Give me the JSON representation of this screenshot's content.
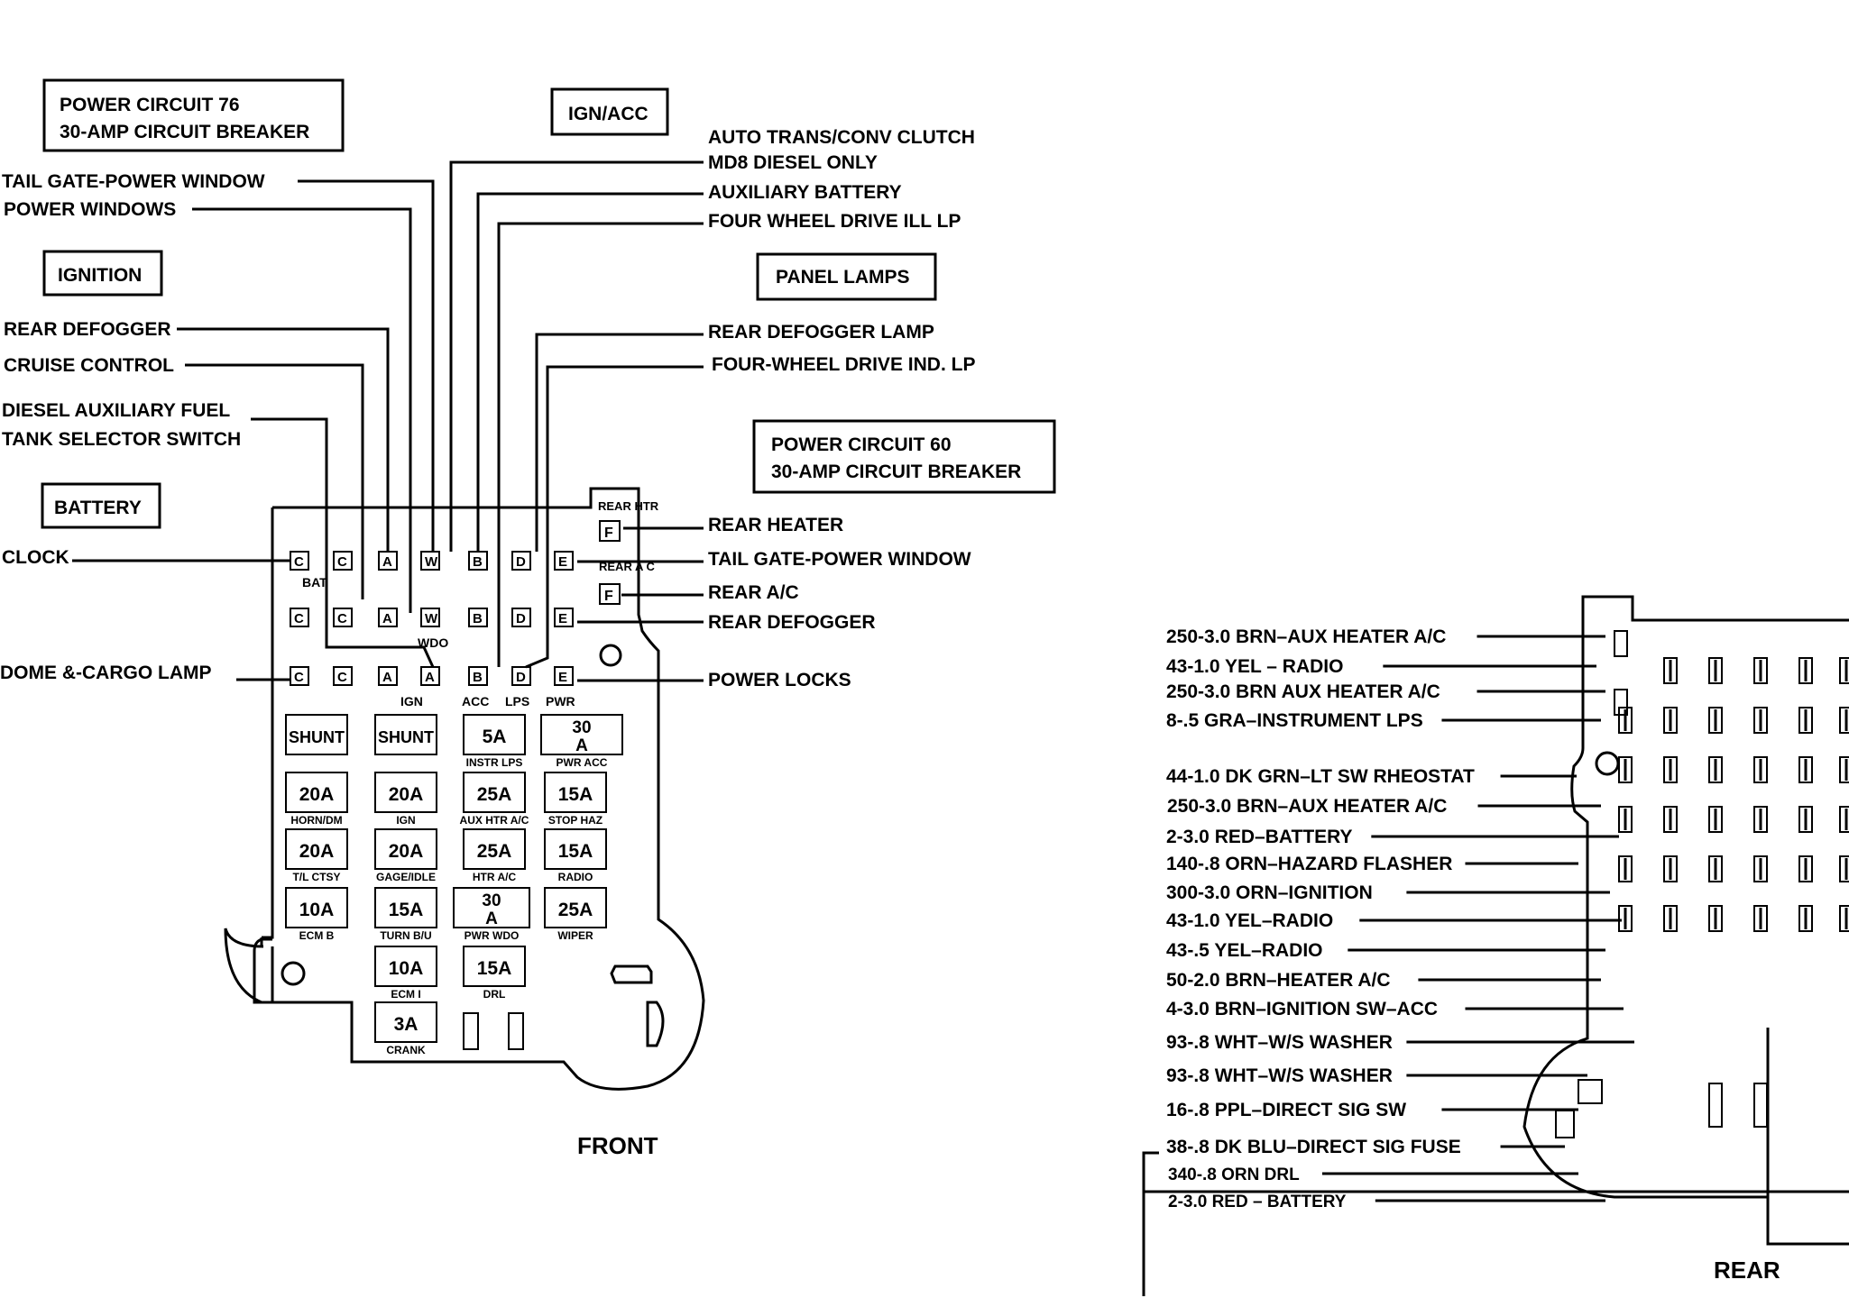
{
  "front": {
    "boxes": {
      "power76": [
        "POWER CIRCUIT 76",
        "30-AMP CIRCUIT BREAKER"
      ],
      "ign_acc": "IGN/ACC",
      "ignition": "IGNITION",
      "panel_lamps": "PANEL LAMPS",
      "power60": [
        "POWER CIRCUIT 60",
        "30-AMP CIRCUIT BREAKER"
      ],
      "battery": "BATTERY"
    },
    "left_labels": [
      "TAIL GATE-POWER WINDOW",
      "POWER WINDOWS",
      "REAR DEFOGGER",
      "CRUISE CONTROL",
      "DIESEL AUXILIARY FUEL",
      "TANK SELECTOR SWITCH",
      "CLOCK",
      "DOME &-CARGO LAMP"
    ],
    "right_labels": [
      "AUTO TRANS/CONV CLUTCH",
      "MD8 DIESEL ONLY",
      "AUXILIARY BATTERY",
      "FOUR WHEEL DRIVE ILL LP",
      "REAR DEFOGGER LAMP",
      "FOUR-WHEEL DRIVE IND. LP",
      "REAR HEATER",
      "TAIL GATE-POWER WINDOW",
      "REAR A/C",
      "REAR DEFOGGER",
      "POWER LOCKS"
    ],
    "terminal_letters": [
      "C",
      "C",
      "A",
      "W",
      "B",
      "D",
      "E"
    ],
    "rear_htr": "REAR HTR",
    "rear_ac": "REAR A C",
    "terminal_F": "F",
    "bat_tag": "BAT",
    "wdo_tag": "WDO",
    "ign_tag": "IGN",
    "acc_tag": "ACC",
    "lps_tag": "LPS",
    "pwr_tag": "PWR",
    "fuses": [
      {
        "val": "SHUNT",
        "tag": ""
      },
      {
        "val": "SHUNT",
        "tag": ""
      },
      {
        "val": "5A",
        "tag": "INSTR LPS"
      },
      {
        "val": "30 A",
        "tag": "PWR ACC"
      },
      {
        "val": "20A",
        "tag": "HORN/DM"
      },
      {
        "val": "20A",
        "tag": "IGN"
      },
      {
        "val": "25A",
        "tag": "AUX HTR A/C"
      },
      {
        "val": "15A",
        "tag": "STOP HAZ"
      },
      {
        "val": "20A",
        "tag": "T/L CTSY"
      },
      {
        "val": "20A",
        "tag": "GAGE/IDLE"
      },
      {
        "val": "25A",
        "tag": "HTR A/C"
      },
      {
        "val": "15A",
        "tag": "RADIO"
      },
      {
        "val": "10A",
        "tag": "ECM B"
      },
      {
        "val": "15A",
        "tag": "TURN B/U"
      },
      {
        "val": "30 A",
        "tag": "PWR WDO"
      },
      {
        "val": "25A",
        "tag": "WIPER"
      },
      {
        "val": "10A",
        "tag": "ECM I"
      },
      {
        "val": "15A",
        "tag": "DRL"
      },
      {
        "val": "3A",
        "tag": "CRANK"
      }
    ],
    "caption": "FRONT"
  },
  "rear": {
    "labels": [
      "250-3.0 BRN–AUX HEATER A/C",
      "43-1.0 YEL – RADIO",
      "250-3.0 BRN AUX HEATER A/C",
      "8-.5 GRA–INSTRUMENT LPS",
      "44-1.0 DK GRN–LT SW RHEOSTAT",
      "250-3.0 BRN–AUX HEATER A/C",
      "2-3.0 RED–BATTERY",
      "140-.8 ORN–HAZARD FLASHER",
      "300-3.0 ORN–IGNITION",
      "43-1.0 YEL–RADIO",
      "43-.5 YEL–RADIO",
      "50-2.0 BRN–HEATER A/C",
      "4-3.0 BRN–IGNITION SW–ACC",
      "93-.8 WHT–W/S WASHER",
      "93-.8 WHT–W/S WASHER",
      "16-.8 PPL–DIRECT SIG SW",
      "38-.8 DK BLU–DIRECT SIG FUSE",
      "340-.8 ORN DRL",
      "2-3.0 RED – BATTERY"
    ],
    "caption": "REAR"
  }
}
